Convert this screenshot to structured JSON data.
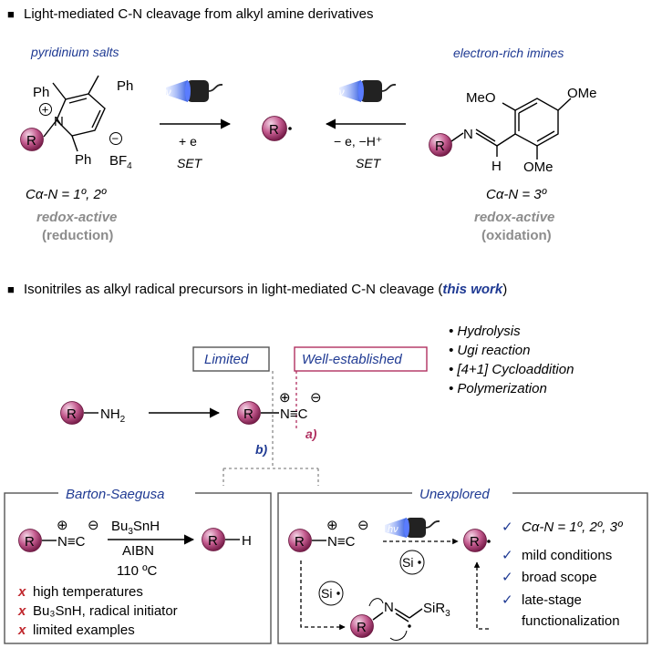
{
  "section1": {
    "bullet": "■",
    "title": "Light-mediated C-N cleavage from alkyl amine derivatives"
  },
  "section2": {
    "bullet": "■",
    "title_before": "Isonitriles as alkyl radical precursors in light-mediated C-N cleavage (",
    "title_emph": "this work",
    "title_after": ")"
  },
  "left_reagent": {
    "heading": "pyridinium salts",
    "ph": "Ph",
    "n": "N",
    "plus": "+",
    "minus": "−",
    "bf": "BF",
    "bf_sub": "4",
    "ca_label": "Cα-N = 1º, 2º",
    "redox": "redox-active",
    "mode": "(reduction)"
  },
  "right_reagent": {
    "heading": "electron-rich imines",
    "ome": "MeO",
    "ome2": "OMe",
    "n": "N",
    "h": "H",
    "ca_label": "Cα-N = 3º",
    "redox": "redox-active",
    "mode": "(oxidation)"
  },
  "radical": "R",
  "hv": "hν",
  "left_arrow": {
    "top": "+ e",
    "bottom": "SET"
  },
  "right_arrow": {
    "top": "− e, −H⁺",
    "bottom": "SET"
  },
  "uses": [
    "• Hydrolysis",
    "• Ugi reaction",
    "• [4+1] Cycloaddition",
    "• Polymerization"
  ],
  "limited_label": "Limited",
  "established_label": "Well-established",
  "amine": {
    "nh": "NH",
    "sub": "2"
  },
  "isonitrile": {
    "text": "N≡C",
    "plus": "⊕",
    "minus": "⊖"
  },
  "label_a": "a)",
  "label_b": "b)",
  "barton": {
    "title": "Barton-Saegusa",
    "reagent1": "Bu",
    "reagent1b": "SnH",
    "reagent1_sub": "3",
    "reagent2": "AIBN",
    "temp": "110 ºC",
    "h": "H",
    "x": "x",
    "cons": [
      "high temperatures",
      "Bu₃SnH, radical initiator",
      "limited examples"
    ]
  },
  "unexplored": {
    "title": "Unexplored",
    "si": "Si",
    "sir3": "SiR",
    "sir3_sub": "3",
    "n": "N",
    "check": "✓",
    "ca_label": "Cα-N = 1º, 2º, 3º",
    "pros": [
      "mild conditions",
      "broad scope",
      "late-stage",
      "functionalization"
    ]
  },
  "colors": {
    "radical_ball": "#b3417a",
    "accent_blue": "#1f3a93",
    "pink_frame": "#b03060",
    "gray_frame": "#555555",
    "dashed_gray": "#8a8a8a",
    "red_x": "#c0272d",
    "lamp_glow": "#4a6fe0"
  }
}
